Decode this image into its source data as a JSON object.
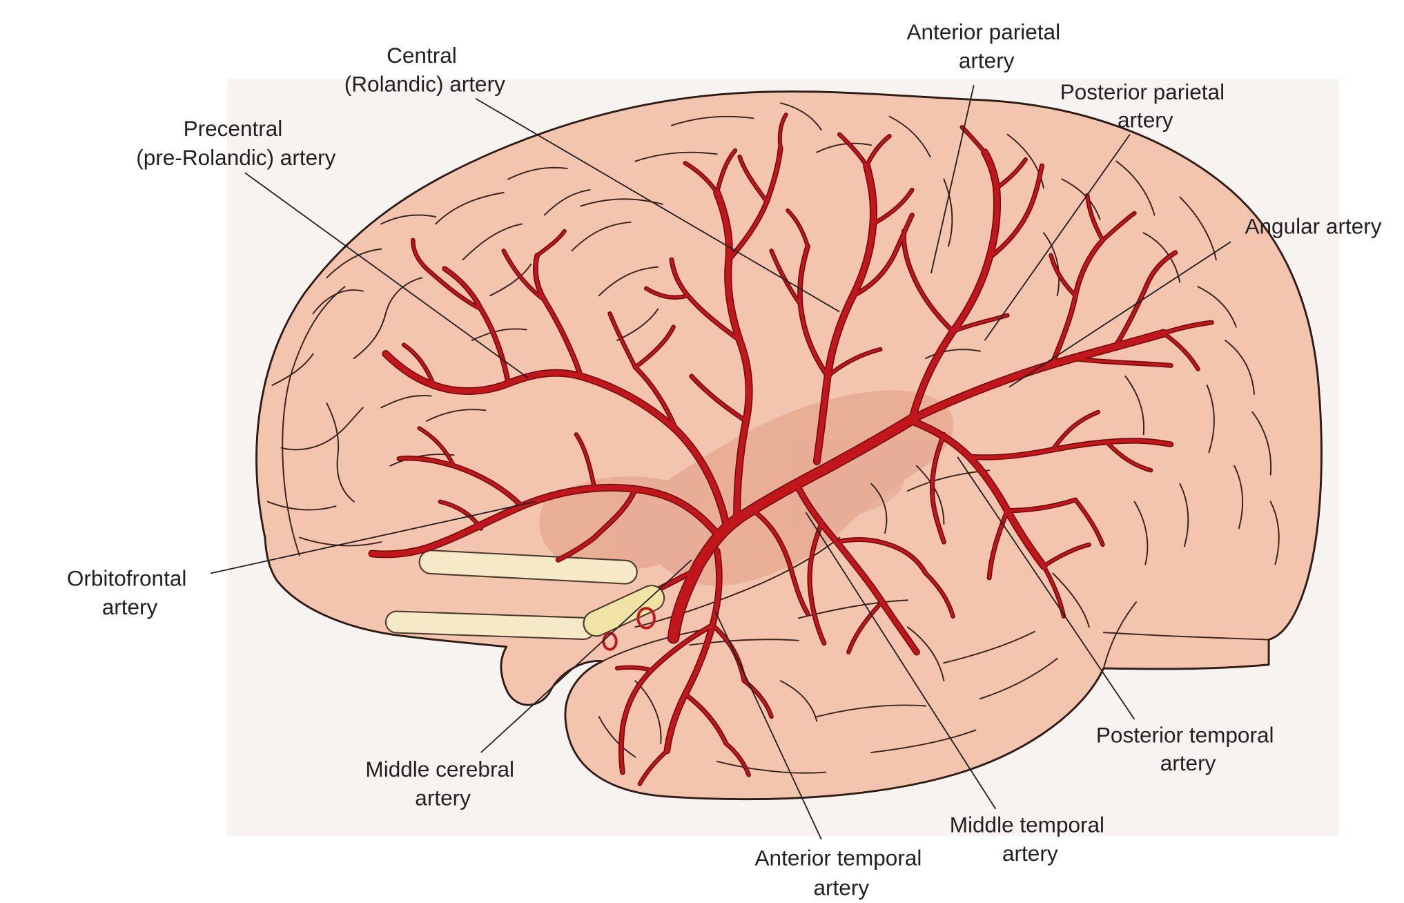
{
  "labels": {
    "central": {
      "line1": "Central",
      "line2": "(Rolandic) artery"
    },
    "anterior_parietal": {
      "line1": "Anterior parietal",
      "line2": "artery"
    },
    "posterior_parietal": {
      "line1": "Posterior parietal",
      "line2": "artery"
    },
    "precentral": {
      "line1": "Precentral",
      "line2": "(pre-Rolandic) artery"
    },
    "angular": {
      "line1": "Angular artery"
    },
    "orbitofrontal": {
      "line1": "Orbitofrontal",
      "line2": "artery"
    },
    "middle_cerebral": {
      "line1": "Middle cerebral",
      "line2": "artery"
    },
    "posterior_temporal": {
      "line1": "Posterior temporal",
      "line2": "artery"
    },
    "middle_temporal": {
      "line1": "Middle temporal",
      "line2": "artery"
    },
    "anterior_temporal": {
      "line1": "Anterior temporal",
      "line2": "artery"
    }
  },
  "colors": {
    "panel": "#f6f3f1",
    "brain": "#f3c5ae",
    "shade": "#e4a68e",
    "artery": "#c3161c",
    "artery_edge": "#6e0b0d",
    "tract": "#f5e9c8",
    "chiasm": "#f1e3a6"
  }
}
